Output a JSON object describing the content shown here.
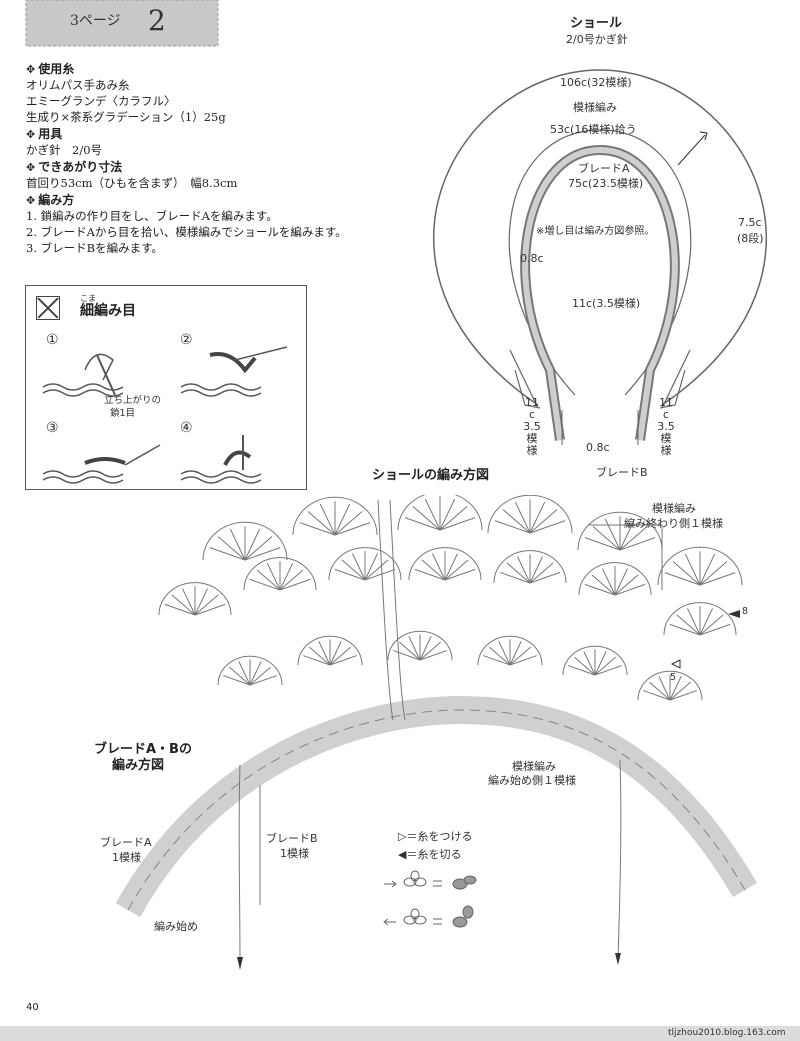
{
  "header": {
    "page_ref": "3ページ",
    "pattern_number": "2"
  },
  "materials": {
    "yarn_heading": "使用糸",
    "yarn_lines": [
      "オリムパス手あみ糸",
      "エミーグランデ〈カラフル〉",
      "生成り×茶系グラデーション（1）25g"
    ],
    "tools_heading": "用具",
    "tools_line": "かぎ針　2/0号",
    "size_heading": "できあがり寸法",
    "size_line": "首回り53cm（ひもを含まず）　幅8.3cm",
    "method_heading": "編み方",
    "method_lines": [
      "1. 鎖編みの作り目をし、ブレードAを編みます。",
      "2. ブレードAから目を拾い、模様編みでショールを編みます。",
      "3. ブレードBを編みます。"
    ]
  },
  "stitch_box": {
    "ruby": "こま",
    "title": "細編み目",
    "steps": [
      "①",
      "②",
      "③",
      "④"
    ],
    "note_line1": "立ち上がりの",
    "note_line2": "鎖1目"
  },
  "shawl": {
    "title": "ショール",
    "hook": "2/0号かぎ針",
    "outer": "106c(32模様)",
    "pattern": "模様編み",
    "pickup": "53c(16模様)拾う",
    "braid_a": "ブレードA",
    "braid_a_len": "75c(23.5模様)",
    "note": "※増し目は編み方図参照。",
    "width": "7.5c",
    "rows": "(8段)",
    "braid_w": "0.8c",
    "inner": "11c(3.5模様)",
    "side_a": [
      "11",
      "c",
      "3.5",
      "模",
      "様"
    ],
    "braid_w2": "0.8c",
    "braid_b": "ブレードB"
  },
  "chart": {
    "title": "ショールの編み方図",
    "end_title": "模様編み",
    "end_sub": "編み終わり側１模様",
    "row8": "8",
    "row5": "5",
    "braid_title1": "ブレードA・Bの",
    "braid_title2": "編み方図",
    "start_title": "模様編み",
    "start_sub": "編み始め側１模様",
    "braid_a": "ブレードA",
    "braid_a_sub": "1模様",
    "braid_b": "ブレードB",
    "braid_b_sub": "1模様",
    "start_label": "編み始め",
    "legend_attach": "＝糸をつける",
    "legend_cut": "＝糸を切る"
  },
  "footer": {
    "page_number": "40",
    "watermark": "tljzhou2010.blog.163.com"
  }
}
